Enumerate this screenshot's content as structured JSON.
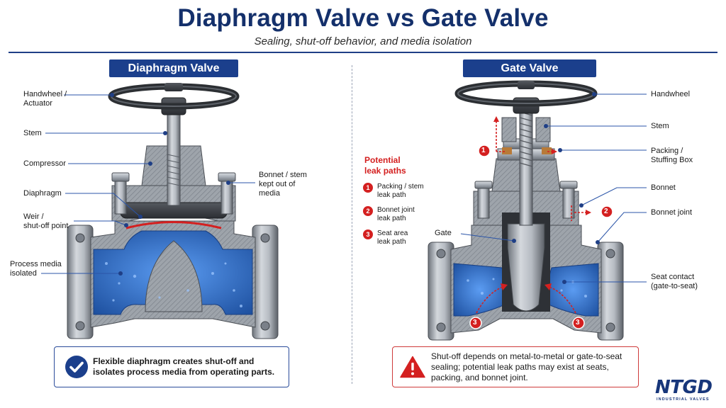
{
  "title": "Diaphragm Valve vs Gate Valve",
  "subtitle": "Sealing, shut-off behavior, and media isolation",
  "diaphragm_valve": {
    "heading": "Diaphragm Valve",
    "callouts": {
      "handwheel": [
        "Handwheel /",
        "Actuator"
      ],
      "stem": "Stem",
      "compressor": "Compressor",
      "diaphragm": "Diaphragm",
      "weir": [
        "Weir /",
        "shut-off point"
      ],
      "process_media": [
        "Process media",
        "isolated"
      ],
      "bonnet": [
        "Bonnet / stem",
        "kept out of",
        "media"
      ]
    },
    "note": "Flexible diaphragm creates shut-off and isolates process media from operating parts."
  },
  "gate_valve": {
    "heading": "Gate Valve",
    "callouts": {
      "handwheel": "Handwheel",
      "stem": "Stem",
      "packing": [
        "Packing /",
        "Stuffing Box"
      ],
      "bonnet": "Bonnet",
      "bonnet_joint": "Bonnet joint",
      "gate": "Gate",
      "seat_contact": [
        "Seat contact",
        "(gate-to-seat)"
      ]
    },
    "leak_title": [
      "Potential",
      "leak paths"
    ],
    "leak_paths": [
      {
        "num": "1",
        "label": [
          "Packing / stem",
          "leak path"
        ]
      },
      {
        "num": "2",
        "label": [
          "Bonnet joint",
          "leak path"
        ]
      },
      {
        "num": "3",
        "label": [
          "Seat area",
          "leak path"
        ]
      }
    ],
    "note": "Shut-off depends on metal-to-metal or gate-to-seat sealing; potential leak paths may exist at seats, packing, and bonnet joint."
  },
  "logo": {
    "word": "NTGD",
    "tagline": "INDUSTRIAL VALVES"
  },
  "colors": {
    "navy": "#14306b",
    "header": "#1b3f8c",
    "media_blue": "#2f6fd0",
    "leak_red": "#d42020",
    "steel": "#9aa0a8"
  },
  "icons": {
    "diaphragm_note": "check-circle-icon",
    "gate_note": "warning-triangle-icon"
  }
}
